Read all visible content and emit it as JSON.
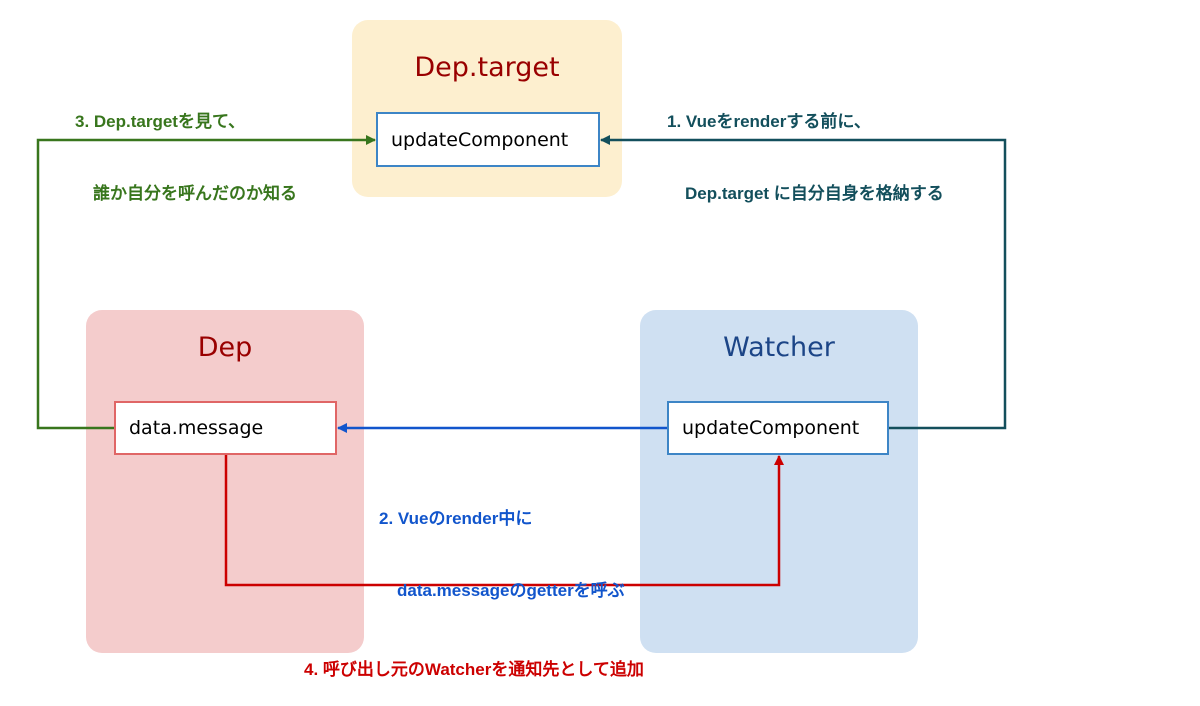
{
  "colors": {
    "target_group_bg": "#fdefcf",
    "dep_group_bg": "#f4cccc",
    "watcher_group_bg": "#cfe0f2",
    "target_title": "#990000",
    "dep_title": "#990000",
    "watcher_title": "#1c4587",
    "blue_border": "#3d85c6",
    "red_border": "#e06666",
    "step1": "#134f5c",
    "step2": "#1155cc",
    "step3": "#38761d",
    "step4": "#cc0000"
  },
  "groups": {
    "dep_target": {
      "title": "Dep.target",
      "node": "updateComponent"
    },
    "dep": {
      "title": "Dep",
      "node": "data.message"
    },
    "watcher": {
      "title": "Watcher",
      "node": "updateComponent"
    }
  },
  "steps": {
    "step1": {
      "line1": "1. Vueをrenderする前に、",
      "line2": "Dep.target に自分自身を格納する"
    },
    "step2": {
      "line1": "2. Vueのrender中に",
      "line2": "data.messageのgetterを呼ぶ"
    },
    "step3": {
      "line1": "3. Dep.targetを見て、",
      "line2": "誰か自分を呼んだのか知る"
    },
    "step4": {
      "line1": "4. 呼び出し元のWatcherを通知先として追加"
    }
  }
}
